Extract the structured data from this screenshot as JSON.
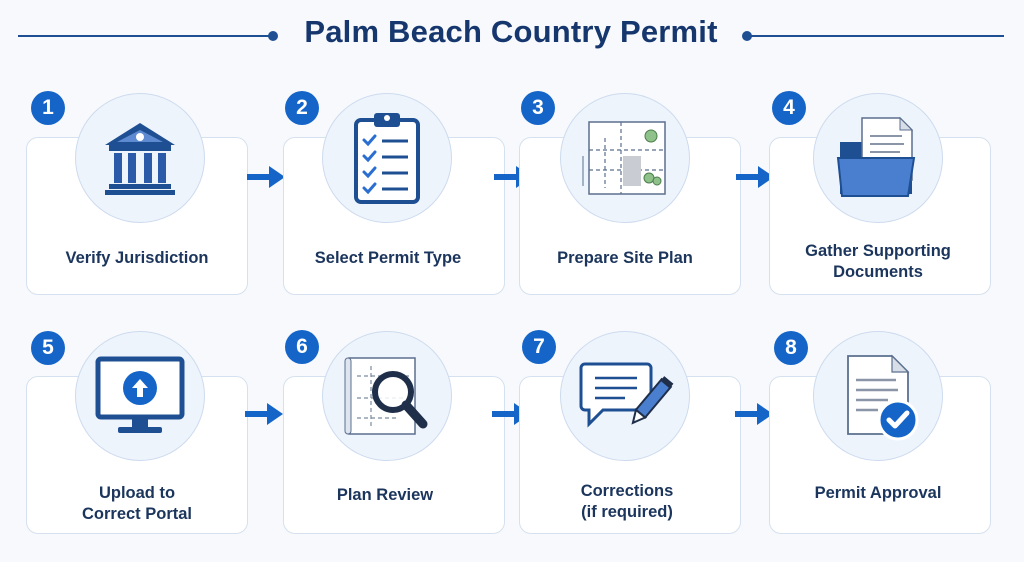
{
  "title": "Palm Beach Country Permit",
  "colors": {
    "primary": "#1565c9",
    "navy": "#16366e",
    "icon_fill": "#3a6fc2"
  },
  "steps": [
    {
      "number": "1",
      "label_line1": "Verify Jurisdiction",
      "label_line2": "",
      "icon": "courthouse-icon"
    },
    {
      "number": "2",
      "label_line1": "Select Permit Type",
      "label_line2": "",
      "icon": "clipboard-checklist-icon"
    },
    {
      "number": "3",
      "label_line1": "Prepare Site Plan",
      "label_line2": "",
      "icon": "site-plan-icon"
    },
    {
      "number": "4",
      "label_line1": "Gather Supporting",
      "label_line2": "Documents",
      "icon": "folder-documents-icon"
    },
    {
      "number": "5",
      "label_line1": "Upload to",
      "label_line2": "Correct Portal",
      "icon": "monitor-upload-icon"
    },
    {
      "number": "6",
      "label_line1": "Plan Review",
      "label_line2": "",
      "icon": "blueprint-magnifier-icon"
    },
    {
      "number": "7",
      "label_line1": "Corrections",
      "label_line2": "(if required)",
      "icon": "comment-pencil-icon"
    },
    {
      "number": "8",
      "label_line1": "Permit Approval",
      "label_line2": "",
      "icon": "document-check-icon"
    }
  ]
}
